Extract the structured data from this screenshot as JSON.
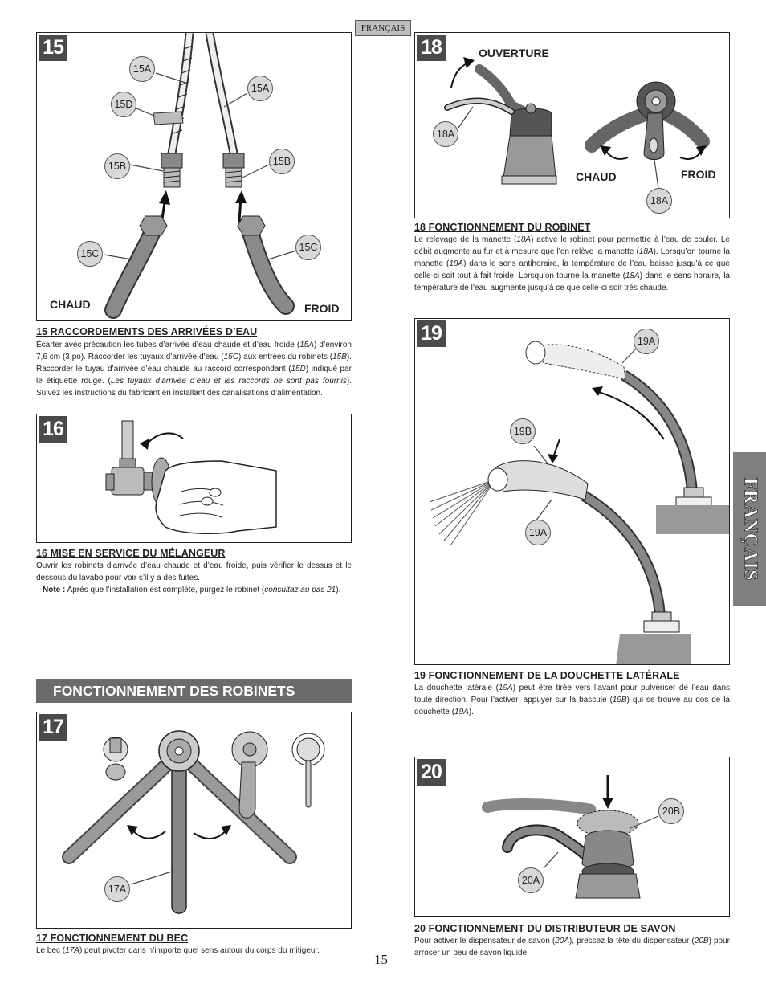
{
  "header": {
    "lang_tab": "FRANÇAIS"
  },
  "side_tab": {
    "label": "FRANÇAIS"
  },
  "section_title": "FONCTIONNEMENT DES ROBINETS",
  "page_number": "15",
  "fig15": {
    "number": "15",
    "callouts": {
      "a1": "15A",
      "a2": "15A",
      "d": "15D",
      "b1": "15B",
      "b2": "15B",
      "c1": "15C",
      "c2": "15C"
    },
    "label_hot": "CHAUD",
    "label_cold": "FROID",
    "title": "15  RACCORDEMENTS DES ARRIVÉES D’EAU",
    "text": [
      {
        "t": "Écarter avec précaution les tubes d’arrivée d’eau chaude et d’eau froide (",
        "i": false
      },
      {
        "t": "15A",
        "i": true
      },
      {
        "t": ") d’environ 7,6 cm (3 po). Raccorder les tuyaux d’arrivée d’eau (",
        "i": false
      },
      {
        "t": "15C",
        "i": true
      },
      {
        "t": ") aux entrées du robinets (",
        "i": false
      },
      {
        "t": "15B",
        "i": true
      },
      {
        "t": "). Raccorder le tuyau d’arrivée d’eau chaude au raccord correspondant (",
        "i": false
      },
      {
        "t": "15D",
        "i": true
      },
      {
        "t": ") indiqué par le étiquette rouge. (",
        "i": false
      },
      {
        "t": "Les tuyaux d’arrivée d’eau et les raccords ne sont pas fournis",
        "i": true
      },
      {
        "t": "). Suivez les instructions du fabricant en installant des canalisations d’alimentation.",
        "i": false
      }
    ]
  },
  "fig16": {
    "number": "16",
    "title": "16  MISE EN SERVICE DU MÉLANGEUR",
    "text": "Ouvrir les robinets d’arrivée d’eau chaude et d’eau froide, puis vérifier le dessus et le dessous du lavabo pour voir s’il y a des fuites.",
    "note_label": "Note :",
    "note": [
      {
        "t": " Après que l’installation est complète, purgez le robinet (",
        "i": false
      },
      {
        "t": "consultaz au pas 21",
        "i": true
      },
      {
        "t": ").",
        "i": false
      }
    ]
  },
  "fig17": {
    "number": "17",
    "callout": "17A",
    "title": "17  FONCTIONNEMENT DU BEC",
    "text": [
      {
        "t": "Le bec (",
        "i": false
      },
      {
        "t": "17A",
        "i": true
      },
      {
        "t": ") peut pivoter dans n’importe quel sens autour du corps du mitigeur.",
        "i": false
      }
    ]
  },
  "fig18": {
    "number": "18",
    "label_open": "OUVERTURE",
    "label_hot": "CHAUD",
    "label_cold": "FROID",
    "callout1": "18A",
    "callout2": "18A",
    "title": "18  FONCTIONNEMENT DU ROBINET",
    "text": [
      {
        "t": "Le relevage de la manette (",
        "i": false
      },
      {
        "t": "18A",
        "i": true
      },
      {
        "t": ") active le robinet pour permettre à l’eau de couler. Le débit augmente au fur et à mesure que l’on relève la manette (",
        "i": false
      },
      {
        "t": "18A",
        "i": true
      },
      {
        "t": "). Lorsqu’on tourne la manette (",
        "i": false
      },
      {
        "t": "18A",
        "i": true
      },
      {
        "t": ") dans le sens antihoraire, la température de l’eau baisse jusqu’à ce que celle-ci soit tout à fait froide. Lorsqu’on tourne la manette (",
        "i": false
      },
      {
        "t": "18A",
        "i": true
      },
      {
        "t": ") dans le sens horaire, la température de l’eau augmente jusqu’à ce que celle-ci soit très chaude.",
        "i": false
      }
    ]
  },
  "fig19": {
    "number": "19",
    "callout_a1": "19A",
    "callout_b": "19B",
    "callout_a2": "19A",
    "title": "19  FONCTIONNEMENT DE LA DOUCHETTE LATÉRALE",
    "text": [
      {
        "t": "La douchette latérale (",
        "i": false
      },
      {
        "t": "19A",
        "i": true
      },
      {
        "t": ") peut être tirée vers l’avant pour pulvériser de l’eau dans toute direction. Pour l’activer, appuyer sur la bascule (",
        "i": false
      },
      {
        "t": "19B",
        "i": true
      },
      {
        "t": ") qui se trouve au dos de la douchette (",
        "i": false
      },
      {
        "t": "19A",
        "i": true
      },
      {
        "t": ").",
        "i": false
      }
    ]
  },
  "fig20": {
    "number": "20",
    "callout_b": "20B",
    "callout_a": "20A",
    "title": "20  FONCTIONNEMENT DU DISTRIBUTEUR DE SAVON",
    "text": [
      {
        "t": "Pour activer le dispensateur de savon (",
        "i": false
      },
      {
        "t": "20A",
        "i": true
      },
      {
        "t": "), pressez la tête du dispensateur (",
        "i": false
      },
      {
        "t": "20B",
        "i": true
      },
      {
        "t": ") pour arroser un peu de savon liquide.",
        "i": false
      }
    ]
  }
}
